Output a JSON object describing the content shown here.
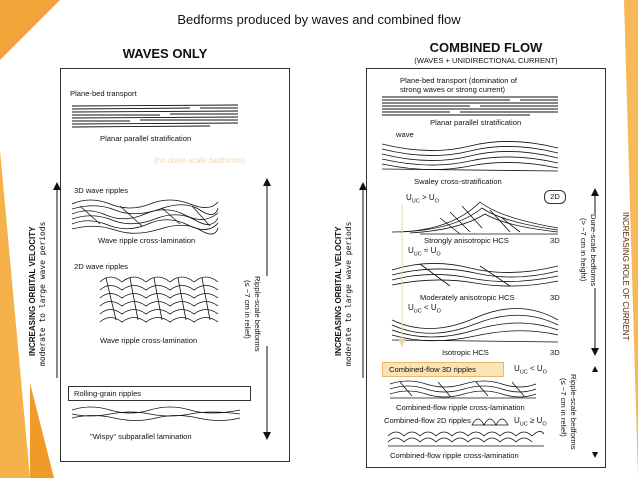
{
  "title": "Bedforms produced by waves and combined flow",
  "waves": {
    "heading": "WAVES ONLY",
    "plane_bed": "Plane-bed transport",
    "planar": "Planar parallel stratification",
    "no_dune": "(no dune-scale bedforms)",
    "ripples_3d": "3D wave ripples",
    "cross_lam_1": "Wave ripple cross-lamination",
    "ripples_2d": "2D wave ripples",
    "cross_lam_2": "Wave ripple cross-lamination",
    "rolling": "Rolling-grain ripples",
    "wispy": "\"Wispy\" subparallel lamination",
    "axis_velocity": "INCREASING ORBITAL VELOCITY",
    "axis_periods": "moderate to large wave periods",
    "ripple_scale": "Ripple-scale bedforms",
    "ripple_scale_sub": "(≤ ~7 cm in relief)"
  },
  "combined": {
    "heading": "COMBINED FLOW",
    "subheading": "(WAVES + UNIDIRECTIONAL CURRENT)",
    "plane_bed_1": "Plane-bed transport (domination of",
    "plane_bed_2": "strong waves or strong current)",
    "planar": "Planar parallel stratification",
    "wave_label": "wave",
    "swaley": "Swaley cross-stratification",
    "eq1_pre": "U",
    "eq1_sub1": "UC",
    "eq1_op": " > U",
    "eq1_sub2": "O",
    "badge_2d": "2D",
    "strong_hcs": "Strongly anisotropic HCS",
    "eq2_pre": "U",
    "eq2_sub1": "UC",
    "eq2_op": " ≈ U",
    "eq2_sub2": "O",
    "moderate_hcs": "Moderately anisotropic HCS",
    "eq3_pre": "U",
    "eq3_sub1": "UC",
    "eq3_op": " < U",
    "eq3_sub2": "O",
    "isotropic_hcs": "Isotropic HCS",
    "three_d_1": "3D",
    "three_d_2": "3D",
    "three_d_3": "3D",
    "cf_3d": "Combined-flow 3D ripples",
    "eq4_pre": "U",
    "eq4_sub1": "UC",
    "eq4_op": " < U",
    "eq4_sub2": "O",
    "cf_cross_1": "Combined-flow ripple cross-lamination",
    "cf_2d": "Combined-flow 2D ripples",
    "eq5_pre": "U",
    "eq5_sub1": "UC",
    "eq5_op": " ≥ U",
    "eq5_sub2": "O",
    "cf_cross_2": "Combined-flow ripple cross-lamination",
    "axis_velocity": "INCREASING ORBITAL VELOCITY",
    "axis_periods": "moderate to large wave periods",
    "dune_scale": "Dune-scale bedforms",
    "dune_scale_sub": "(> ~7 cm in height)",
    "ripple_scale": "Ripple-scale bedforms",
    "ripple_scale_sub": "(≤ ~7 cm in relief)",
    "current_role": "INCREASING ROLE OF CURRENT"
  },
  "colors": {
    "accent_orange": "#f2a33a",
    "highlight": "#fbe3b6"
  }
}
